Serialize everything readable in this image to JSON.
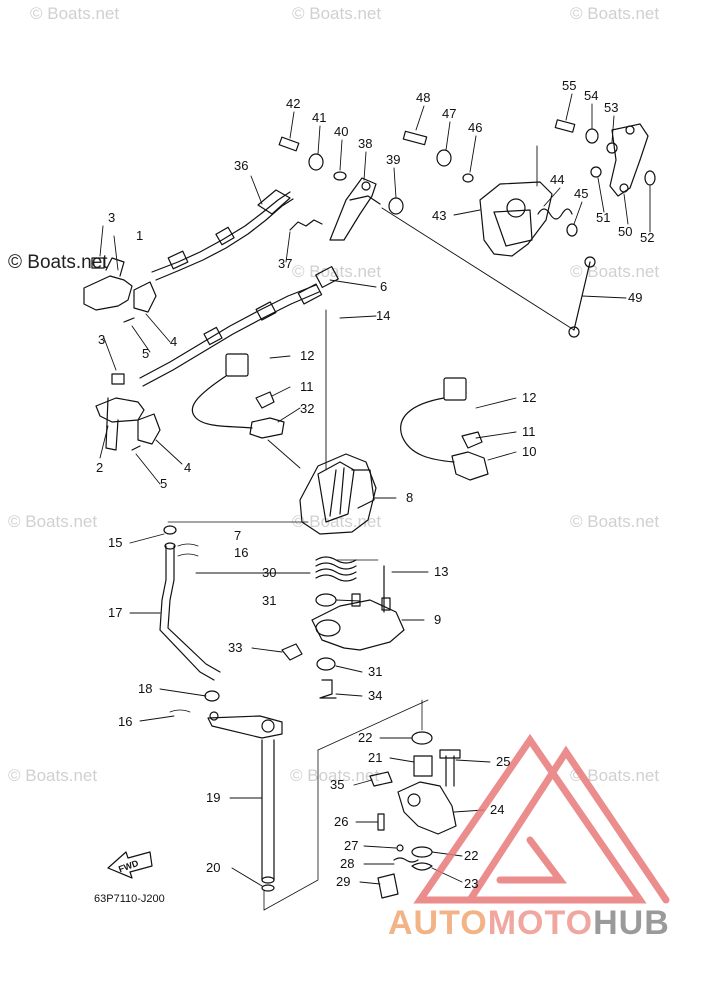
{
  "watermark": "© Boats.net",
  "watermark_prominent": "© Boats.net",
  "diagram_code": "63P7110-J200",
  "fwd_label": "FWD",
  "brand": {
    "part1": "AUTO",
    "part2": "MOTO",
    "part3": "HUB",
    "colors": {
      "auto": "#f2b486",
      "moto": "#f0a7a0",
      "hub": "#9a9a9a",
      "logo": "#e87a7a"
    }
  },
  "callouts": [
    "1",
    "2",
    "3",
    "3",
    "4",
    "4",
    "5",
    "5",
    "6",
    "7",
    "8",
    "9",
    "10",
    "11",
    "11",
    "12",
    "12",
    "13",
    "14",
    "15",
    "16",
    "16",
    "17",
    "18",
    "19",
    "20",
    "21",
    "22",
    "22",
    "23",
    "24",
    "25",
    "26",
    "27",
    "28",
    "29",
    "30",
    "31",
    "31",
    "32",
    "33",
    "34",
    "35",
    "36",
    "37",
    "38",
    "39",
    "40",
    "41",
    "42",
    "43",
    "44",
    "45",
    "46",
    "47",
    "48",
    "49",
    "50",
    "51",
    "52",
    "53",
    "54",
    "55"
  ]
}
